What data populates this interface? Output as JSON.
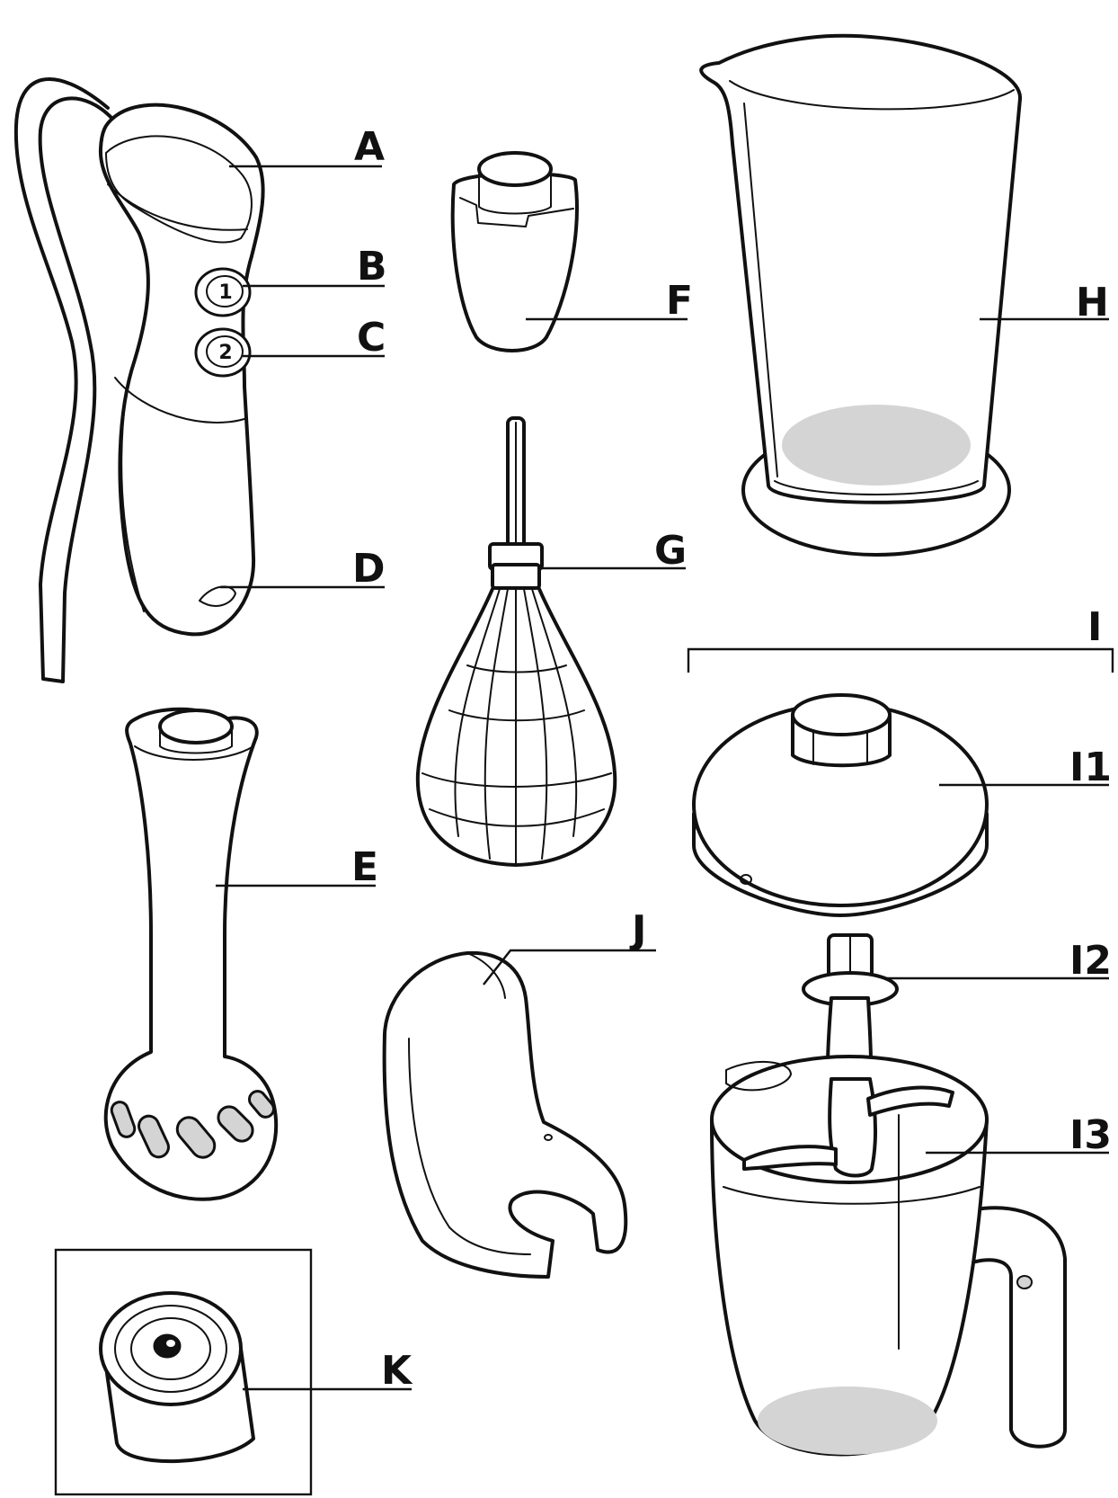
{
  "parts": {
    "A": "A",
    "B": "B",
    "C": "C",
    "D": "D",
    "E": "E",
    "F": "F",
    "G": "G",
    "H": "H",
    "I": "I",
    "I1": "I1",
    "I2": "I2",
    "I3": "I3",
    "J": "J",
    "K": "K"
  },
  "buttons": {
    "speed1": "1",
    "speed2": "2"
  },
  "colors": {
    "line": "#111111",
    "shade": "#d4d4d4"
  }
}
